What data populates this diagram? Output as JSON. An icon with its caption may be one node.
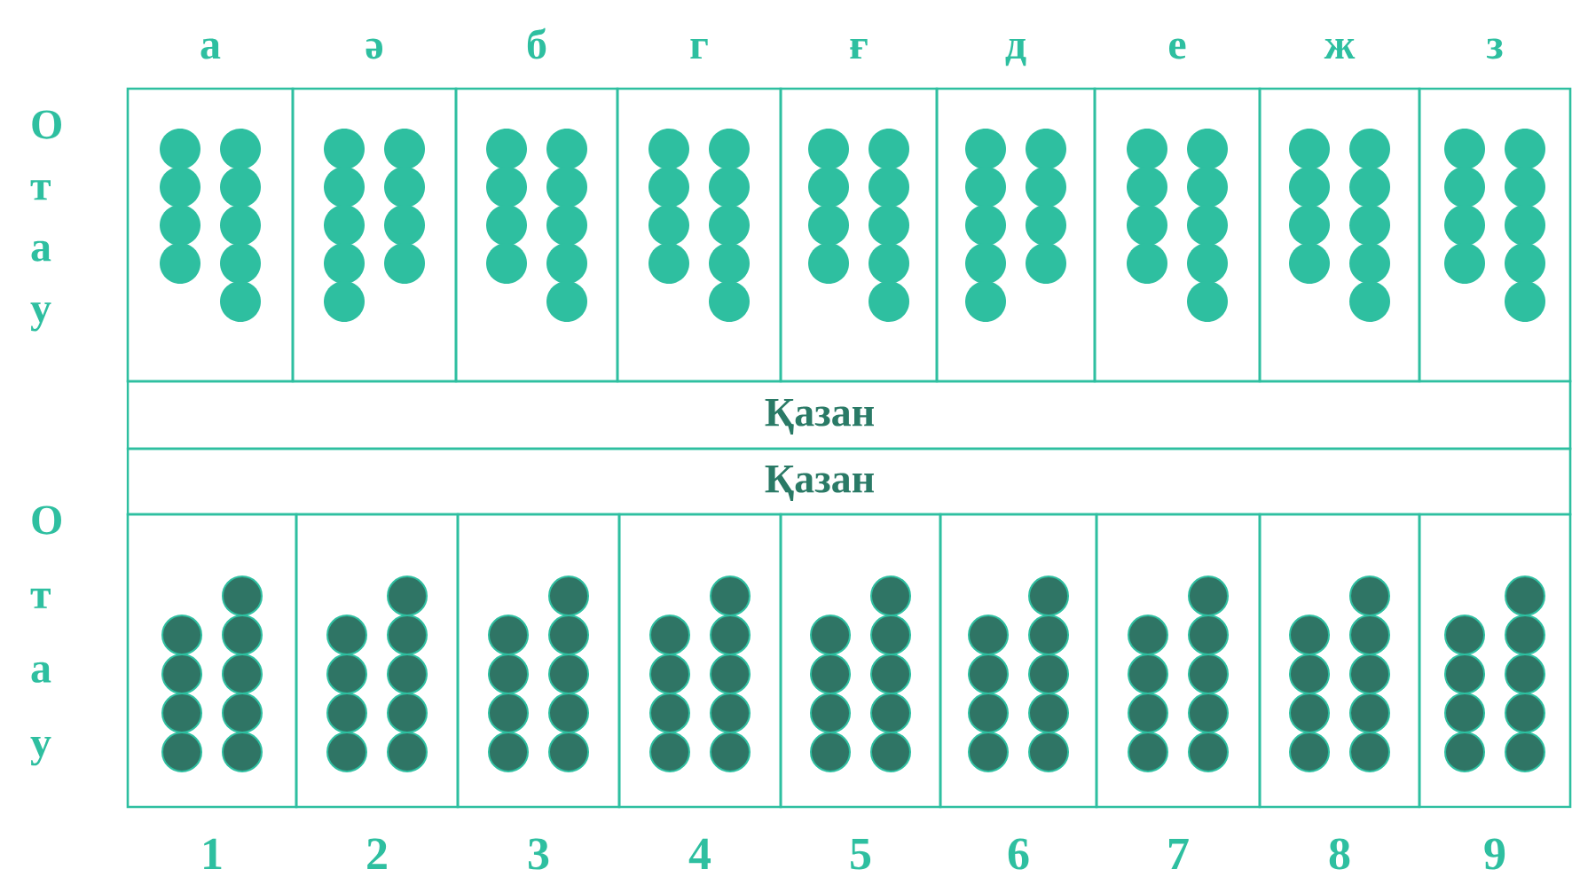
{
  "diagram": {
    "nodes": [
      {
        "text": [
          "а"
        ]
      },
      {
        "text": [
          "ә"
        ]
      },
      {
        "text": [
          "б"
        ]
      },
      {
        "text": [
          "г"
        ]
      },
      {
        "text": [
          "ғ"
        ]
      },
      {
        "text": [
          "д"
        ]
      },
      {
        "text": [
          "е"
        ]
      },
      {
        "text": [
          "ж"
        ]
      },
      {
        "text": [
          "з"
        ]
      },
      {
        "text": [
          "Қазан"
        ]
      },
      {
        "text": [
          "Қазан"
        ]
      },
      {
        "text": [
          "1"
        ]
      },
      {
        "text": [
          "2"
        ]
      },
      {
        "text": [
          "3"
        ]
      },
      {
        "text": [
          "4"
        ]
      },
      {
        "text": [
          "5"
        ]
      },
      {
        "text": [
          "6"
        ]
      },
      {
        "text": [
          "7"
        ]
      },
      {
        "text": [
          "8"
        ]
      },
      {
        "text": [
          "9"
        ]
      }
    ],
    "labels": [
      "Отау",
      "Отау"
    ]
  }
}
